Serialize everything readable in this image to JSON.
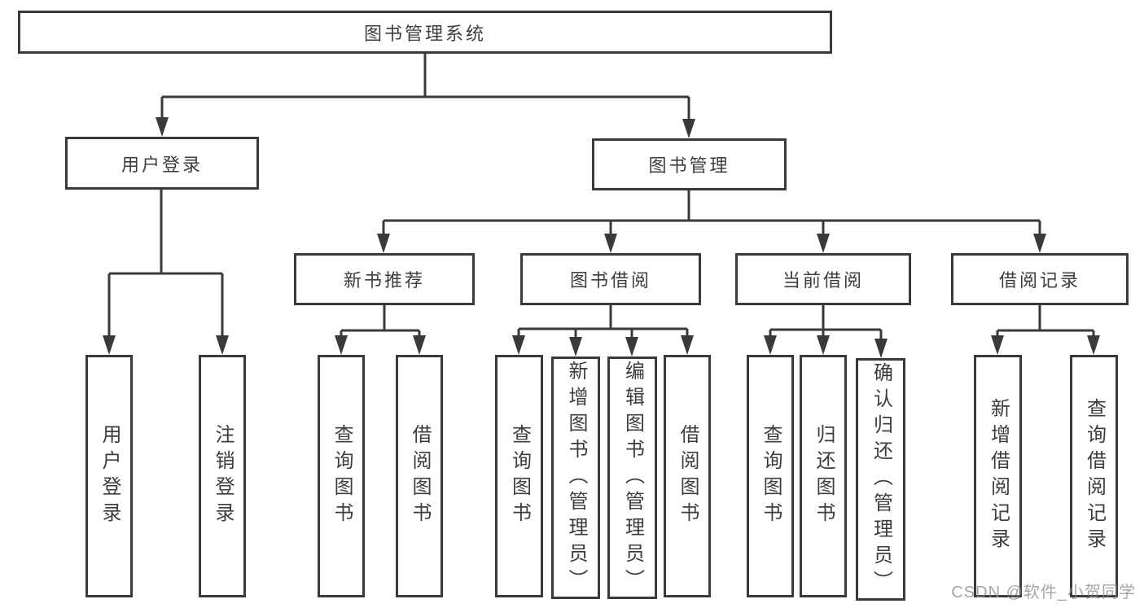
{
  "diagram": {
    "root": {
      "label": "图书管理系统"
    },
    "branches": [
      {
        "label": "用户登录",
        "leaves": [
          "用户登录",
          "注销登录"
        ]
      },
      {
        "label": "图书管理",
        "groups": [
          {
            "label": "新书推荐",
            "leaves": [
              "查询图书",
              "借阅图书"
            ]
          },
          {
            "label": "图书借阅",
            "leaves": [
              "查询图书",
              "新增图书（管理员）",
              "编辑图书（管理员）",
              "借阅图书"
            ]
          },
          {
            "label": "当前借阅",
            "leaves": [
              "查询图书",
              "归还图书",
              "确认归还（管理员）"
            ]
          },
          {
            "label": "借阅记录",
            "leaves": [
              "新增借阅记录",
              "查询借阅记录"
            ]
          }
        ]
      }
    ]
  },
  "watermark": "CSDN @软件_小贺同学",
  "colors": {
    "line": "#3a3a3a",
    "text": "#3d3d3d",
    "watermark": "#8c8c8c",
    "background": "#ffffff"
  }
}
